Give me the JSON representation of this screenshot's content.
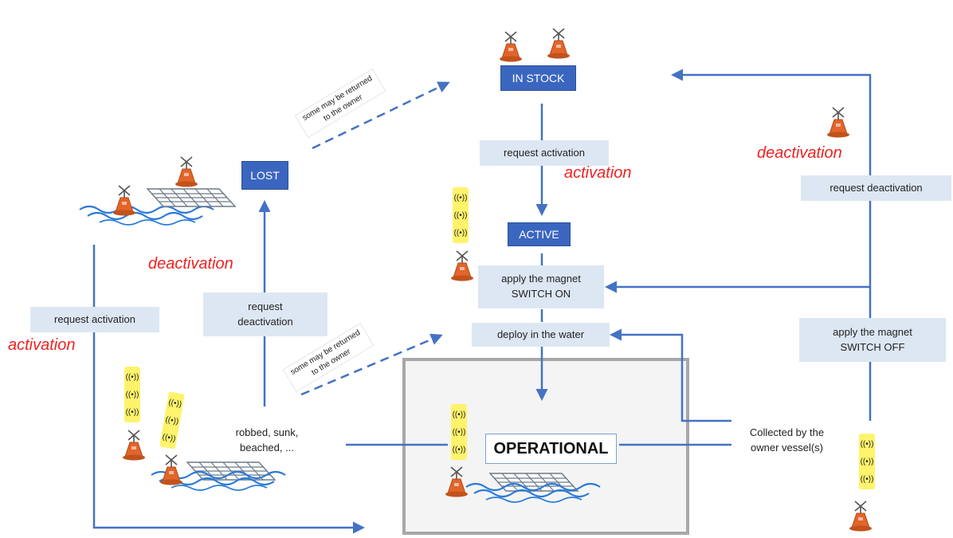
{
  "states": {
    "in_stock": "IN STOCK",
    "active": "ACTIVE",
    "lost": "LOST",
    "operational": "OPERATIONAL"
  },
  "labels": {
    "request_activation_top": "request activation",
    "apply_magnet_on": "apply the magnet\nSWITCH ON",
    "deploy_in_water": "deploy in the water",
    "request_deactivation_right": "request deactivation",
    "apply_magnet_off": "apply the magnet\nSWITCH OFF",
    "request_deactivation_left": "request\ndeactivation",
    "request_activation_left": "request activation",
    "robbed_sunk": "robbed, sunk,\nbeached, ...",
    "collected": "Collected by the\nowner vessel(s)",
    "returned_upper": "some may be returned\nto the owner",
    "returned_lower": "some may be returned\nto the owner"
  },
  "events": {
    "activation_top": "activation",
    "activation_left": "activation",
    "deactivation_right": "deactivation",
    "deactivation_left": "deactivation"
  },
  "colors": {
    "arrow": "#4472c4",
    "state_box": "#3b66c0",
    "label_box": "#dde7f3",
    "event_text": "#ee2222",
    "buoy": "#e2652a",
    "signal": "#fff36b",
    "water": "#2a7ad8"
  },
  "icons": [
    "buoy-icon",
    "signal-icon",
    "fad-raft-icon",
    "water-waves-icon"
  ]
}
